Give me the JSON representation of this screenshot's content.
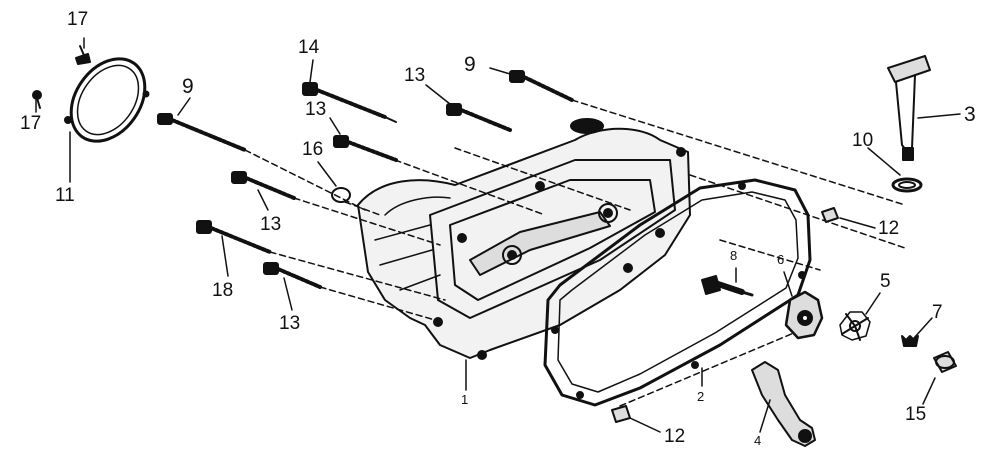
{
  "diagram": {
    "colors": {
      "ink": "#111111",
      "paper": "#ffffff",
      "fill": "#f2f2f2"
    },
    "callouts": [
      {
        "id": "c17a",
        "text": "17"
      },
      {
        "id": "c17b",
        "text": "17"
      },
      {
        "id": "c11",
        "text": "11"
      },
      {
        "id": "c9a",
        "text": "9"
      },
      {
        "id": "c14",
        "text": "14"
      },
      {
        "id": "c13a",
        "text": "13"
      },
      {
        "id": "c9b",
        "text": "9"
      },
      {
        "id": "c13b",
        "text": "13"
      },
      {
        "id": "c16",
        "text": "16"
      },
      {
        "id": "c13c",
        "text": "13"
      },
      {
        "id": "c18",
        "text": "18"
      },
      {
        "id": "c13d",
        "text": "13"
      },
      {
        "id": "c3",
        "text": "3"
      },
      {
        "id": "c10",
        "text": "10"
      },
      {
        "id": "c12a",
        "text": "12"
      },
      {
        "id": "c8",
        "text": "8"
      },
      {
        "id": "c6",
        "text": "6"
      },
      {
        "id": "c5",
        "text": "5"
      },
      {
        "id": "c7",
        "text": "7"
      },
      {
        "id": "c1",
        "text": "1"
      },
      {
        "id": "c2",
        "text": "2"
      },
      {
        "id": "c15",
        "text": "15"
      },
      {
        "id": "c12b",
        "text": "12"
      },
      {
        "id": "c4",
        "text": "4"
      }
    ]
  }
}
